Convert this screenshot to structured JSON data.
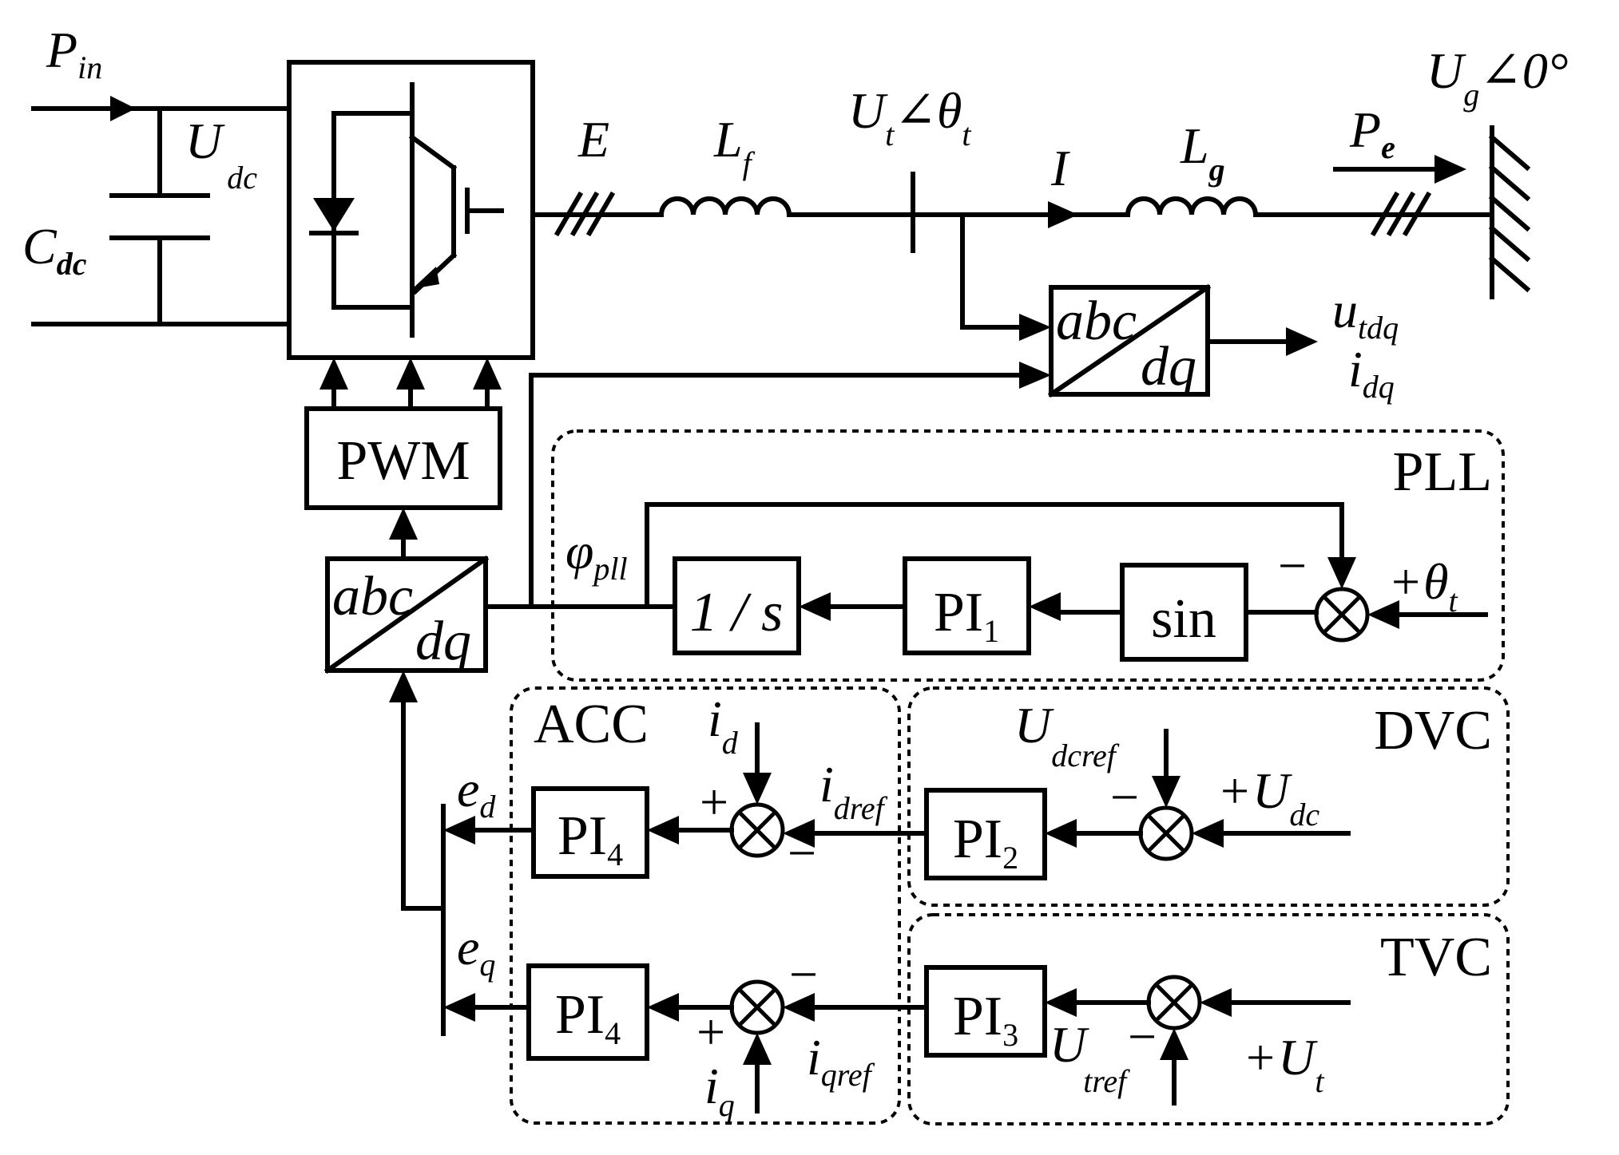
{
  "labels": {
    "p": "P",
    "in": "in",
    "u_dc_big": "U",
    "dc": "dc",
    "c": "C",
    "cdc": "dc",
    "e": "E",
    "l": "L",
    "f": "f",
    "ut_u": "U",
    "ut_t": "t",
    "ut_theta": "∠θ",
    "ut_theta_sub": "t",
    "i_cur": "I",
    "lg_l": "L",
    "lg_g": "g",
    "pe_p": "P",
    "pe_e": "e",
    "ug_u": "U",
    "ug_g": "g",
    "ug_angle": "∠0°",
    "out_u": "u",
    "out_u_sub": "tdq",
    "out_i": "i",
    "out_i_sub": "dq",
    "phi": "φ",
    "phi_sub": "pll",
    "plus_theta_sign": "+",
    "plus_theta": "θ",
    "plus_theta_sub": "t",
    "pll_minus": "−",
    "i_d": "i",
    "i_d_sub": "d",
    "i_dref": "i",
    "i_dref_sub": "dref",
    "u_dcref": "U",
    "u_dcref_sub": "dcref",
    "dvc_plus": "+",
    "u_dc2": "U",
    "u_dc2_sub": "dc",
    "dvc_minus": "−",
    "e_d": "e",
    "e_d_sub": "d",
    "e_q": "e",
    "e_q_sub": "q",
    "acc_plus_d": "+",
    "acc_minus_d": "−",
    "acc_minus_q": "−",
    "acc_plus_q": "+",
    "i_q": "i",
    "i_q_sub": "q",
    "i_qref": "i",
    "i_qref_sub": "qref",
    "u_tref": "U",
    "u_tref_sub": "tref",
    "tvc_minus": "−",
    "tvc_plus": "+",
    "u_t2": "U",
    "u_t2_sub": "t"
  },
  "blocks": {
    "pwm": "PWM",
    "abc": "abc",
    "dq": "dq",
    "integrator": "1 / s",
    "pi1": "PI",
    "pi1_sub": "1",
    "sin": "sin",
    "pi2": "PI",
    "pi2_sub": "2",
    "pi3": "PI",
    "pi3_sub": "3",
    "pi4a": "PI",
    "pi4a_sub": "4",
    "pi4b": "PI",
    "pi4b_sub": "4"
  },
  "groups": {
    "pll": "PLL",
    "acc": "ACC",
    "dvc": "DVC",
    "tvc": "TVC"
  }
}
